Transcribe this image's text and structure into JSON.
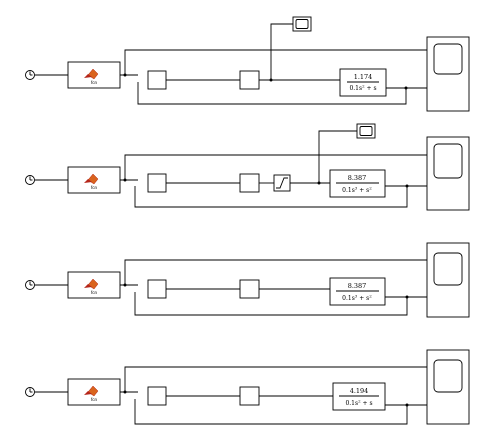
{
  "diagrams": [
    {
      "id": "1",
      "fcn_label": "fcn",
      "numerator": "1.174",
      "denominator_main": "0.1s",
      "denominator_exp": "2",
      "denominator_tail": " + s",
      "has_saturation": false,
      "has_top_scope": true
    },
    {
      "id": "2",
      "fcn_label": "fcn",
      "numerator": "8.387",
      "denominator_main": "0.1s",
      "denominator_exp": "3",
      "denominator_tail": " + s",
      "denominator_tail_exp": "2",
      "has_saturation": true,
      "has_top_scope": true
    },
    {
      "id": "3",
      "fcn_label": "fcn",
      "numerator": "8.387",
      "denominator_main": "0.1s",
      "denominator_exp": "3",
      "denominator_tail": " + s",
      "denominator_tail_exp": "2",
      "has_saturation": false,
      "has_top_scope": false
    },
    {
      "id": "4",
      "fcn_label": "fcn",
      "numerator": "4.194",
      "denominator_main": "0.1s",
      "denominator_exp": "2",
      "denominator_tail": " + s",
      "has_saturation": false,
      "has_top_scope": false
    }
  ],
  "icons": {
    "clock": "clock-icon",
    "fcn": "matlab-function-icon",
    "scope": "scope-icon",
    "saturation": "saturation-icon"
  },
  "colors": {
    "stroke": "#000000",
    "matlab_orange": "#d9641e",
    "matlab_red": "#b5251a"
  }
}
